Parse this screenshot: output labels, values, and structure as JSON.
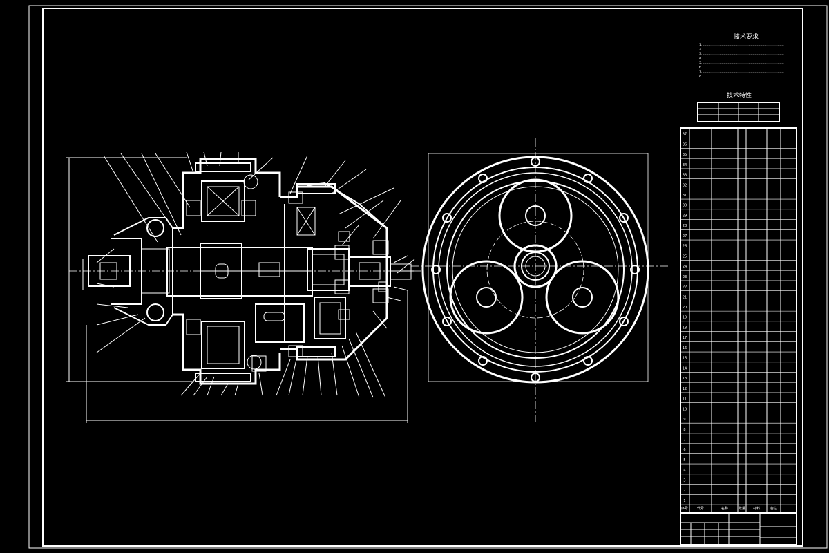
{
  "technical_requirements": {
    "title": "技术要求",
    "lines": [
      "1. ……………………………………………………………………",
      "2. ……………………………………………………………………",
      "3. ……………………………………………………………………",
      "4. ……………………………………………………………………",
      "5. ……………………………………………………………………",
      "6. ……………………………………………………………………",
      "7. ……………………………………………………………………",
      "8. ……………………………………………………………………"
    ]
  },
  "technical_characteristics": {
    "title": "技术特性",
    "header": [
      "",
      "",
      "",
      ""
    ],
    "row1": [
      "",
      "",
      "",
      ""
    ],
    "row2": [
      "",
      "",
      "",
      ""
    ]
  },
  "bom": {
    "numbers": [
      "37",
      "36",
      "35",
      "34",
      "33",
      "32",
      "31",
      "30",
      "29",
      "28",
      "27",
      "26",
      "25",
      "24",
      "23",
      "22",
      "21",
      "20",
      "19",
      "18",
      "17",
      "16",
      "15",
      "14",
      "13",
      "12",
      "11",
      "10",
      "9",
      "8",
      "7",
      "6",
      "5",
      "4",
      "3",
      "2",
      "1"
    ],
    "header": [
      "序号",
      "代号",
      "名称",
      "数量",
      "材料",
      "备注"
    ]
  },
  "title_block": {
    "school": "",
    "drawing_title": "",
    "drawing_number": ""
  },
  "dimensions": {
    "overall_length": "",
    "overall_height": "",
    "shaft_dia": ""
  },
  "colors": {
    "background": "#000000",
    "line": "#ffffff"
  }
}
